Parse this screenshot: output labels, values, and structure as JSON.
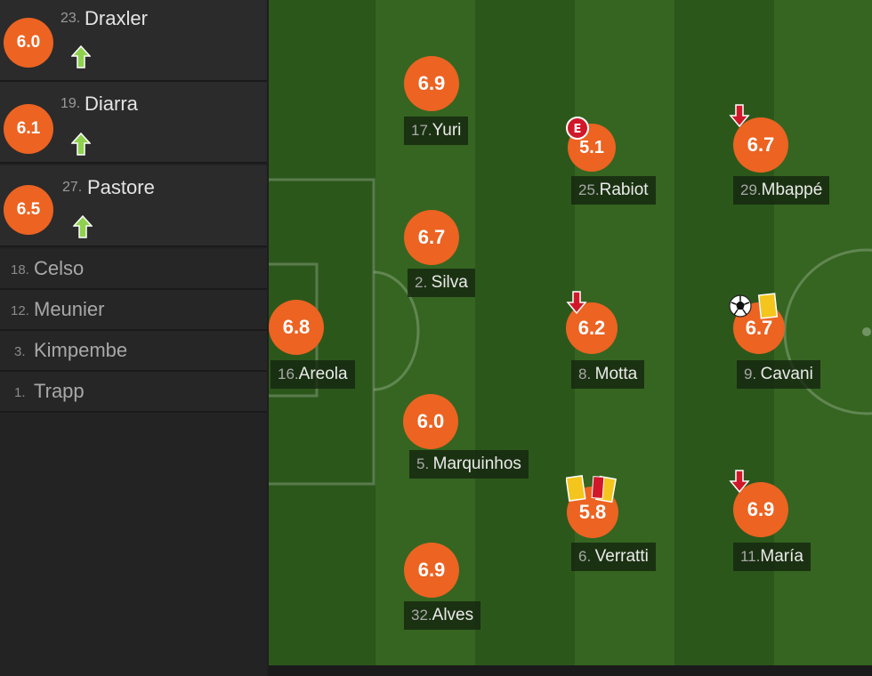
{
  "substitutes_in": [
    {
      "number": "23.",
      "name": "Draxler",
      "rating": "6.0",
      "icon": "arrow-up-icon"
    },
    {
      "number": "19.",
      "name": "Diarra",
      "rating": "6.1",
      "icon": "arrow-up-icon"
    },
    {
      "number": "27.",
      "name": "Pastore",
      "rating": "6.5",
      "icon": "arrow-up-icon"
    }
  ],
  "bench": [
    {
      "number": "18.",
      "name": "Celso"
    },
    {
      "number": "12.",
      "name": "Meunier"
    },
    {
      "number": "3.",
      "name": "Kimpembe"
    },
    {
      "number": "1.",
      "name": "Trapp"
    }
  ],
  "lineup": [
    {
      "number": "16.",
      "name": "Areola",
      "rating": "6.8"
    },
    {
      "number": "17.",
      "name": "Yuri",
      "rating": "6.9"
    },
    {
      "number": "2.",
      "name": "Silva",
      "rating": "6.7"
    },
    {
      "number": "5.",
      "name": "Marquinhos",
      "rating": "6.0"
    },
    {
      "number": "32.",
      "name": "Alves",
      "rating": "6.9"
    },
    {
      "number": "25.",
      "name": "Rabiot",
      "rating": "5.1",
      "icons": [
        "error-badge-icon"
      ],
      "badge_text": "E"
    },
    {
      "number": "8.",
      "name": "Motta",
      "rating": "6.2",
      "icons": [
        "substituted-off-arrow-icon"
      ]
    },
    {
      "number": "6.",
      "name": "Verratti",
      "rating": "5.8",
      "icons": [
        "yellow-card-icon",
        "red-card-icon"
      ]
    },
    {
      "number": "29.",
      "name": "Mbappé",
      "rating": "6.7",
      "icons": [
        "substituted-off-arrow-icon"
      ]
    },
    {
      "number": "9.",
      "name": "Cavani",
      "rating": "6.7",
      "icons": [
        "goal-ball-icon",
        "yellow-card-icon"
      ]
    },
    {
      "number": "11.",
      "name": "María",
      "rating": "6.9",
      "icons": [
        "substituted-off-arrow-icon"
      ]
    }
  ],
  "colors": {
    "rating_bubble": "#ec6322",
    "pitch_dark": "#2c571b",
    "pitch_light": "#356521",
    "arrow_up": "#8fd14f",
    "arrow_down": "#d0182a",
    "yellow_card": "#f4c51c",
    "red_card": "#d0182a"
  }
}
